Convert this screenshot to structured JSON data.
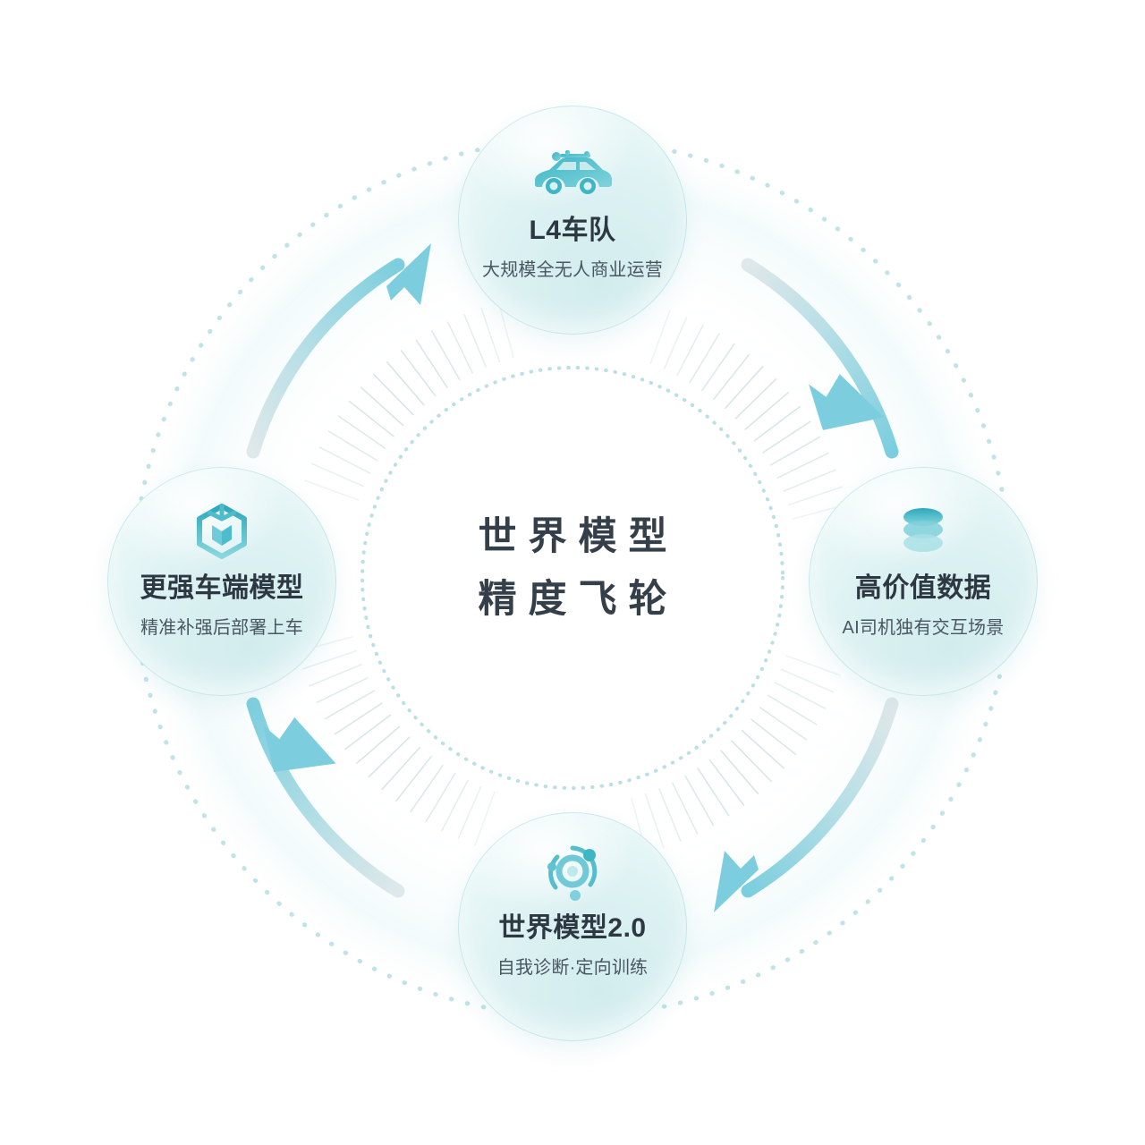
{
  "diagram": {
    "type": "cycle-flywheel",
    "center": {
      "line1": "世界模型",
      "line2": "精度飞轮"
    },
    "nodes": [
      {
        "id": "l4-fleet",
        "position": "top",
        "icon": "robotaxi-car-icon",
        "title": "L4车队",
        "subtitle": "大规模全无人商业运营"
      },
      {
        "id": "high-value-data",
        "position": "right",
        "icon": "database-stack-icon",
        "title": "高价值数据",
        "subtitle": "AI司机独有交互场景"
      },
      {
        "id": "world-model-2",
        "position": "bottom",
        "icon": "orbit-atom-icon",
        "title": "世界模型2.0",
        "subtitle": "自我诊断·定向训练"
      },
      {
        "id": "stronger-onboard-model",
        "position": "left",
        "icon": "cube-box-icon",
        "title": "更强车端模型",
        "subtitle": "精准补强后部署上车"
      }
    ],
    "arrows": [
      {
        "id": "arrow-left-to-top",
        "from": "更强车端模型",
        "to": "L4车队",
        "direction": "clockwise"
      },
      {
        "id": "arrow-top-to-right",
        "from": "L4车队",
        "to": "高价值数据",
        "direction": "clockwise"
      },
      {
        "id": "arrow-right-to-bottom",
        "from": "高价值数据",
        "to": "世界模型2.0",
        "direction": "clockwise"
      },
      {
        "id": "arrow-bottom-to-left",
        "from": "世界模型2.0",
        "to": "更强车端模型",
        "direction": "clockwise"
      }
    ],
    "colors": {
      "accent": "#7fd0dd",
      "accent_deep": "#2aa7b8",
      "bubble_fill": "#dcf1f2",
      "bubble_rim": "#9bd4dc",
      "title_text": "#2d3842",
      "subtitle_text": "#4a5660",
      "center_text": "#343f4a",
      "dotted_ring": "#bfe3e6",
      "tick_marks": "#cfe3e6",
      "background": "#ffffff"
    }
  }
}
